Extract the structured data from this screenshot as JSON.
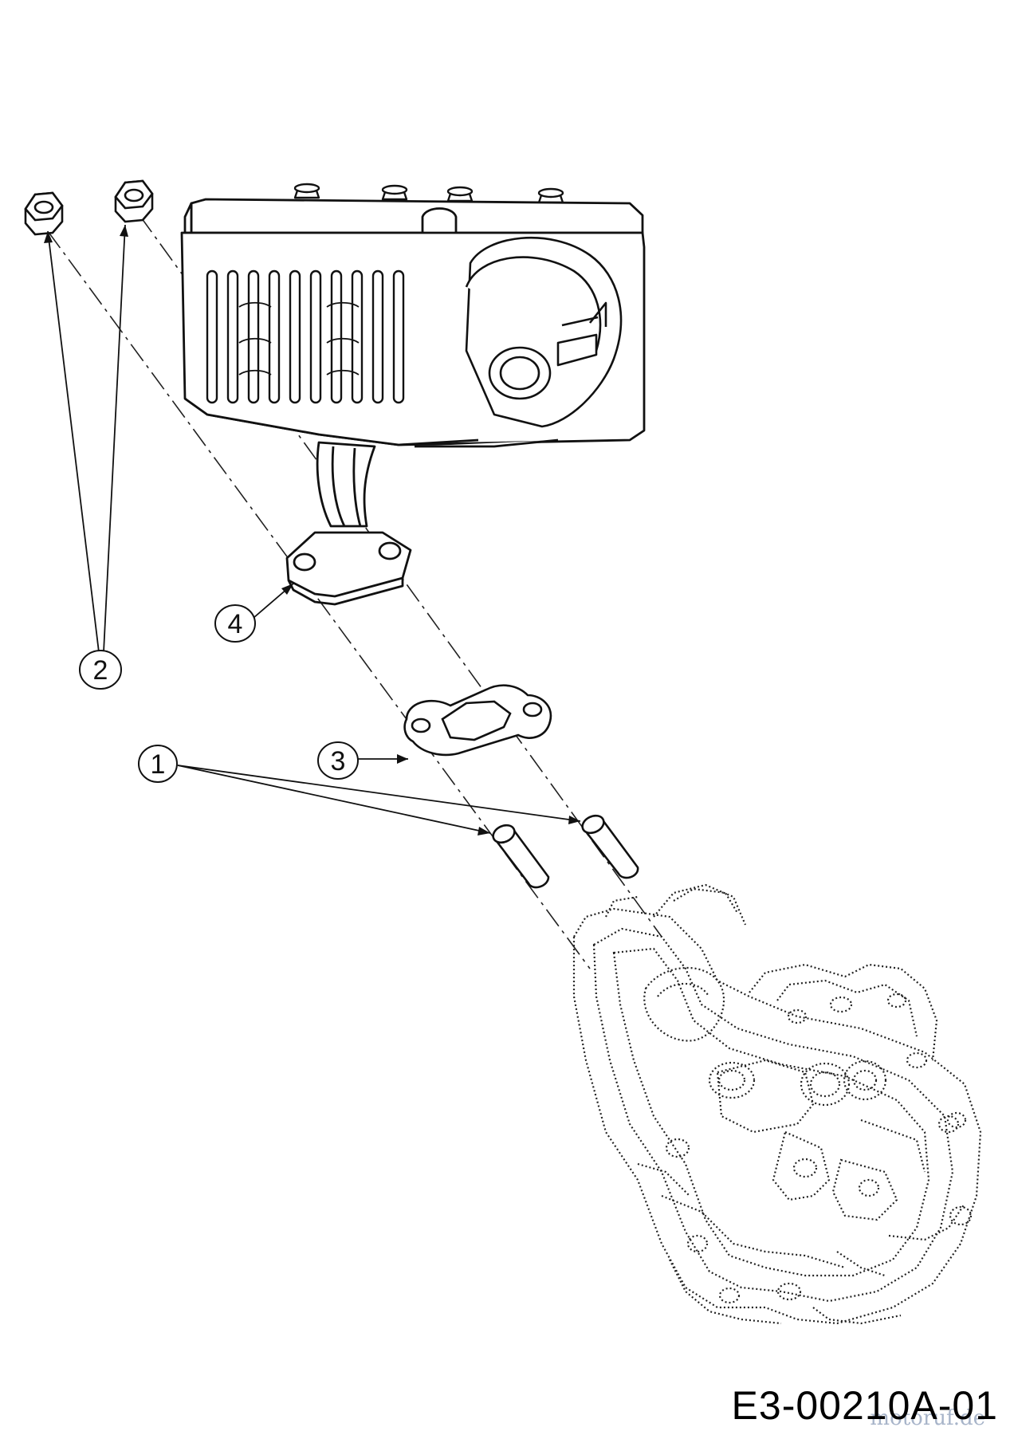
{
  "callouts": [
    {
      "label": "1"
    },
    {
      "label": "2"
    },
    {
      "label": "3"
    },
    {
      "label": "4"
    }
  ],
  "drawing_code": "E3-00210A-01",
  "watermark": "motoruf.de"
}
